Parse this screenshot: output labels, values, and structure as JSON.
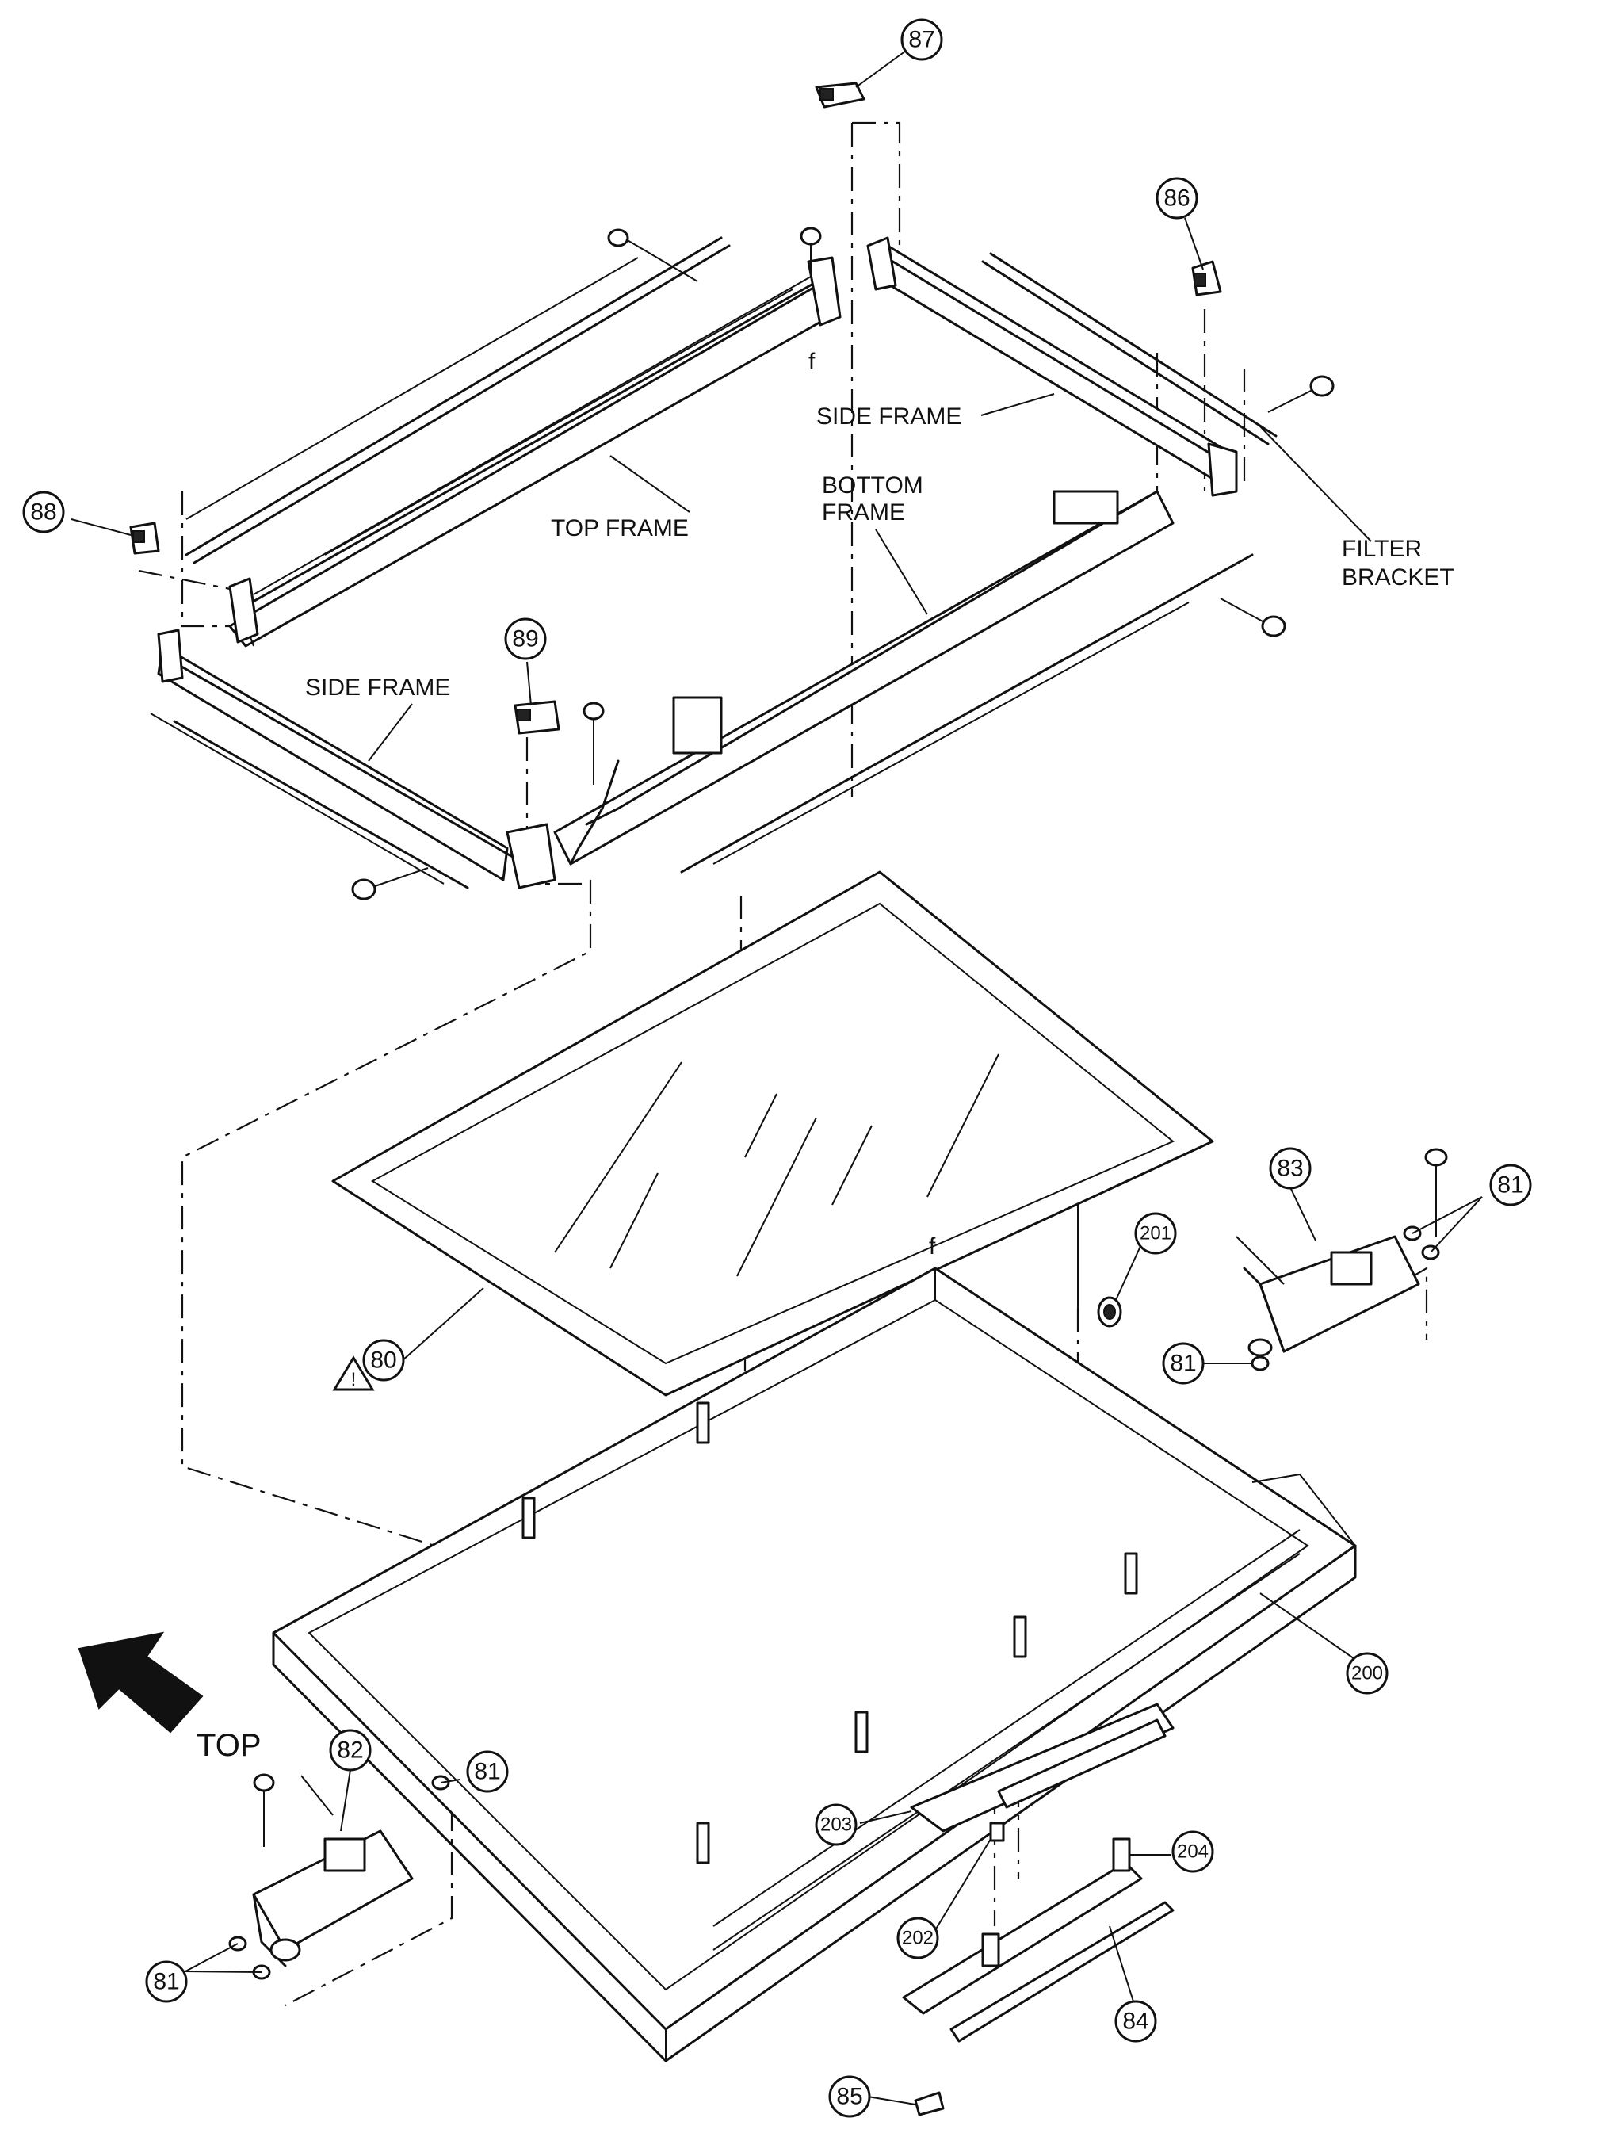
{
  "labels": {
    "top_frame": "TOP FRAME",
    "side_frame_right": "SIDE FRAME",
    "side_frame_left": "SIDE FRAME",
    "bottom_frame_line1": "BOTTOM",
    "bottom_frame_line2": "FRAME",
    "filter_bracket_line1": "FILTER",
    "filter_bracket_line2": "BRACKET",
    "direction": "TOP",
    "f_mark_top": "f",
    "f_mark_bezel": "f",
    "warning_symbol": "!"
  },
  "callouts": {
    "c87": "87",
    "c86": "86",
    "c88": "88",
    "c89": "89",
    "c83": "83",
    "c81_top": "81",
    "c201": "201",
    "c81_mid": "81",
    "c80": "80",
    "c200": "200",
    "c82": "82",
    "c81_low": "81",
    "c81_left": "81",
    "c203": "203",
    "c204": "204",
    "c202": "202",
    "c84": "84",
    "c85": "85"
  }
}
